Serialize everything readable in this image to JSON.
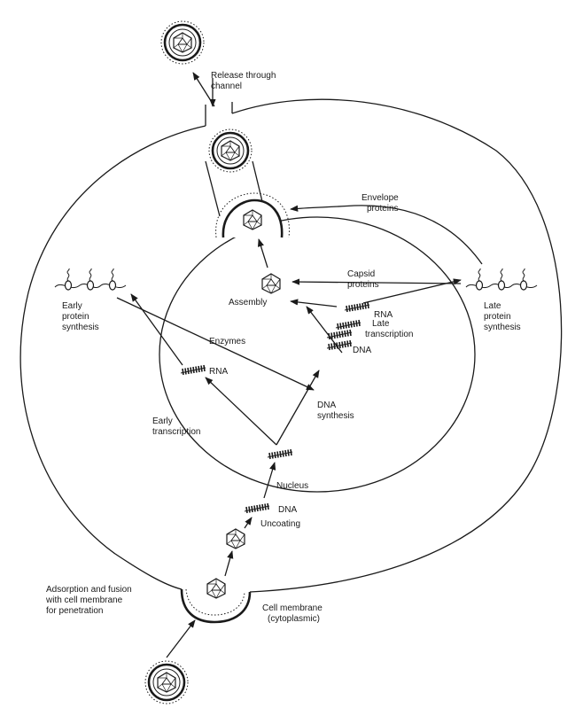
{
  "labels": {
    "release": [
      "Release through",
      "channel"
    ],
    "envelope_proteins": [
      "Envelope",
      "proteins"
    ],
    "capsid_proteins": [
      "Capsid",
      "proteins"
    ],
    "assembly": "Assembly",
    "rna_late": "RNA",
    "late_transcription": [
      "Late",
      "transcription"
    ],
    "dna_late": "DNA",
    "early_protein_synthesis": [
      "Early",
      "protein",
      "synthesis"
    ],
    "late_protein_synthesis": [
      "Late",
      "protein",
      "synthesis"
    ],
    "enzymes": "Enzymes",
    "rna_early": "RNA",
    "early_transcription": [
      "Early",
      "transcription"
    ],
    "dna_synthesis": [
      "DNA",
      "synthesis"
    ],
    "nucleus": "Nucleus",
    "dna_uncoating": "DNA",
    "uncoating": "Uncoating",
    "adsorption": [
      "Adsorption and fusion",
      "with cell membrane",
      "for penetration"
    ],
    "cell_membrane": [
      "Cell  membrane",
      "(cytoplasmic)"
    ]
  },
  "icons": {
    "virion": "enveloped-virus-icon",
    "capsid": "capsid-icon",
    "nucleic_acid": "hatched-strand-icon",
    "protein": "polyribosome-icon"
  },
  "colors": {
    "ink": "#1a1a1a",
    "background": "#ffffff"
  }
}
